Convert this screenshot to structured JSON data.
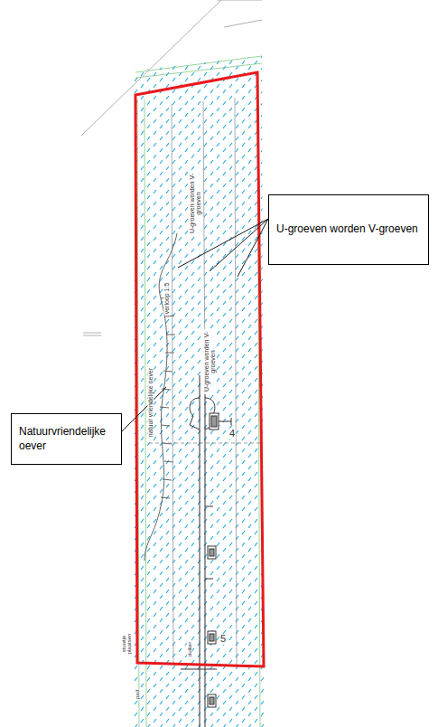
{
  "diagram": {
    "nodes": [
      {
        "text": [
          "U-groeven worden V-groeven"
        ]
      },
      {
        "text": [
          "Natuurvriendelijke oever"
        ]
      }
    ],
    "labels": [
      "U-groeven worden V-groeven",
      "U-groeven worden V-groeven",
      "verloop 1:5",
      "natuur vriendelijke oever",
      "4",
      "5",
      "stuwtje plaatsen",
      "duiker",
      "pad"
    ]
  }
}
